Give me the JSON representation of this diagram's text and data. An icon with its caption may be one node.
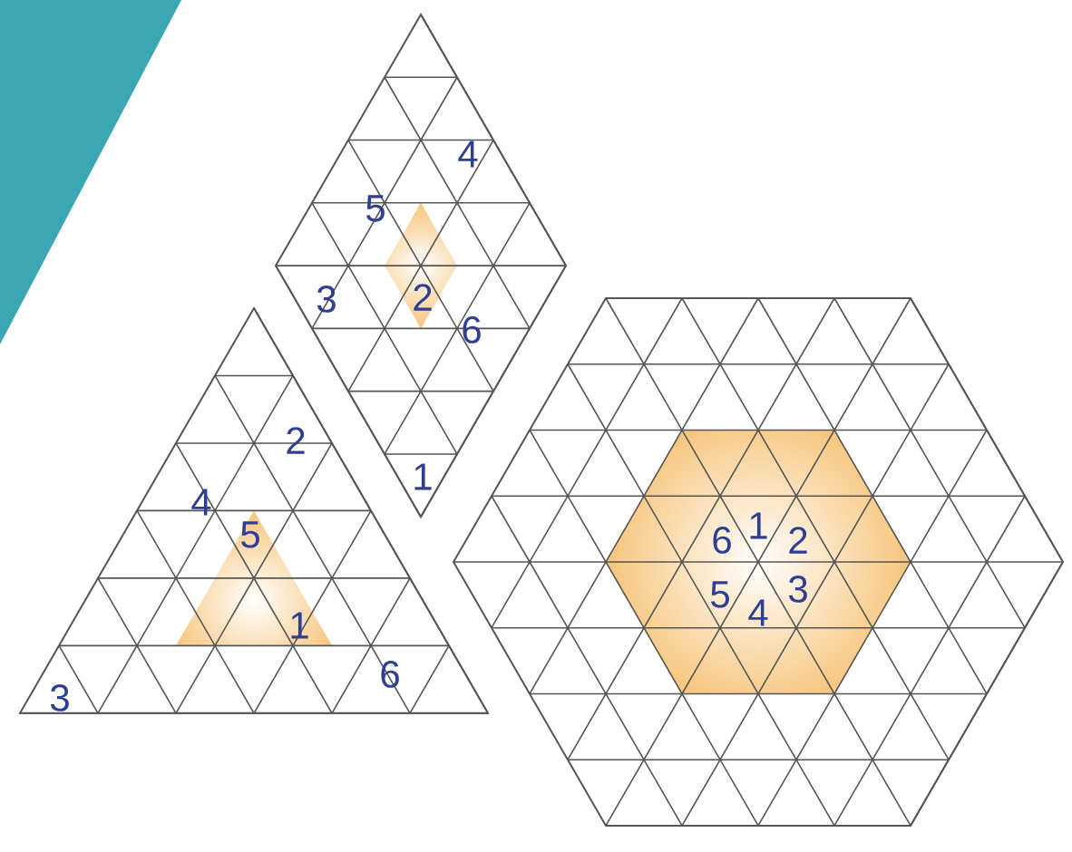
{
  "diagram": {
    "labels": [
      "4",
      "5",
      "3",
      "2",
      "6",
      "1",
      "2",
      "4",
      "5",
      "1",
      "3",
      "6",
      "1",
      "6",
      "2",
      "5",
      "3",
      "4"
    ]
  }
}
